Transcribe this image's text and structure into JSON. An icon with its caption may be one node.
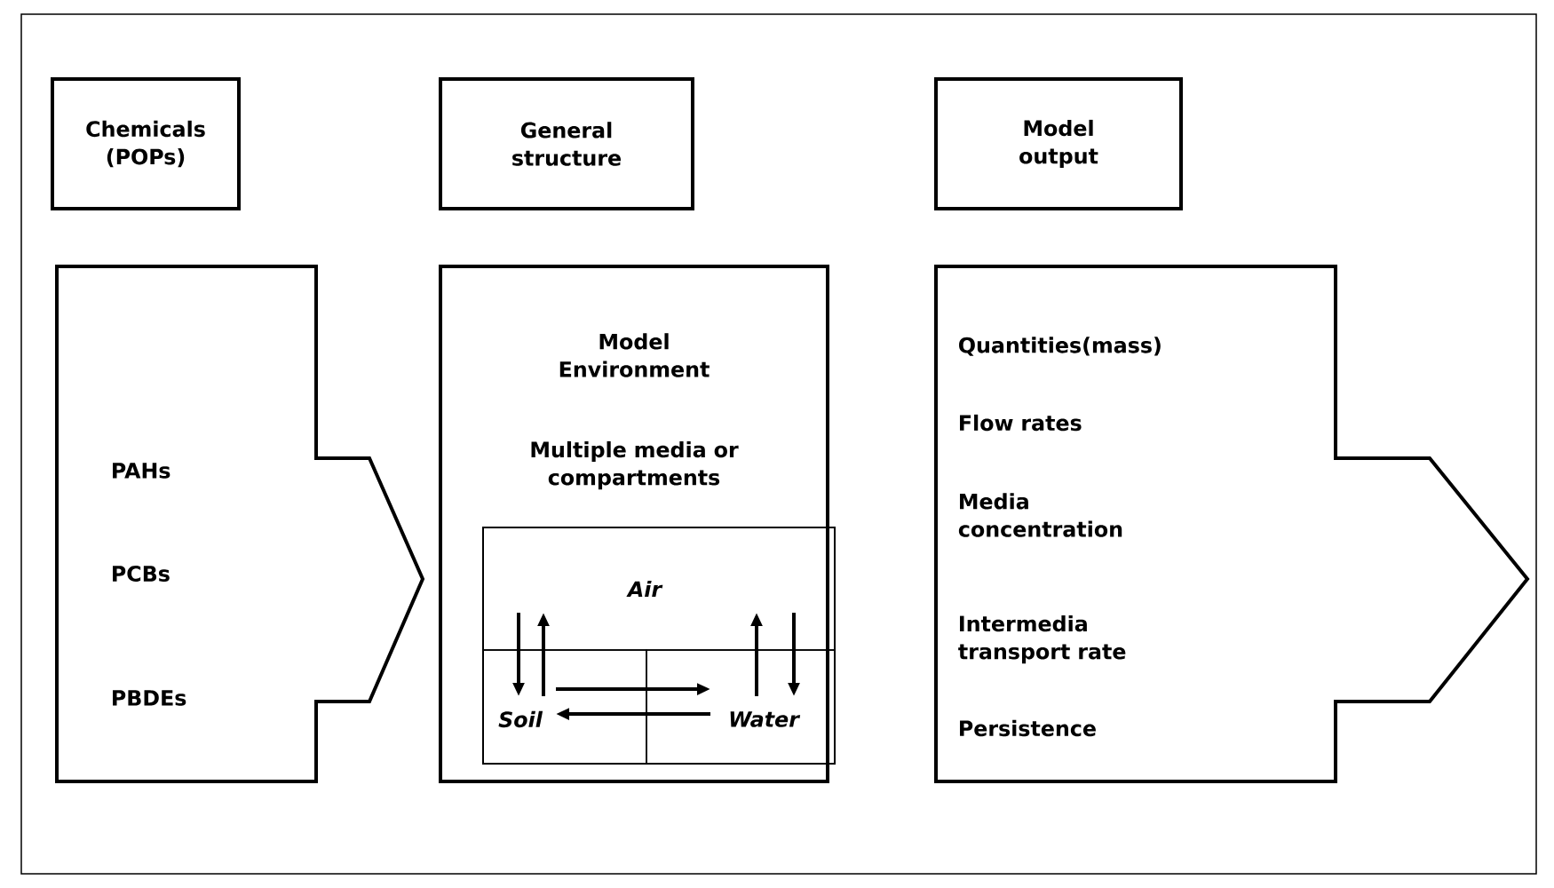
{
  "diagram": {
    "nodes": [
      {
        "text": [
          "Chemicals (POPs)"
        ]
      },
      {
        "text": [
          "General structure"
        ]
      },
      {
        "text": [
          "Model output"
        ]
      },
      {
        "text": [
          "PAHs",
          "PCBs",
          "PBDEs"
        ]
      },
      {
        "text": [
          "Model Environment",
          "Multiple media or compartments"
        ]
      },
      {
        "text": [],
        "shape": "box",
        "in": 4
      },
      {
        "text": [
          "Air"
        ],
        "in": 5
      },
      {
        "text": [
          "Soil"
        ],
        "in": 5
      },
      {
        "text": [
          "Water"
        ],
        "in": 5
      },
      {
        "text": [
          "Quantities(mass)",
          "Flow rates",
          "Media concentration",
          "Intermedia transport rate",
          "Persistence"
        ]
      }
    ],
    "edges": [
      {
        "from": 6,
        "to": 7,
        "arrow": "to"
      },
      {
        "from": 7,
        "to": 6,
        "arrow": "to"
      },
      {
        "from": 8,
        "to": 6,
        "arrow": "to"
      },
      {
        "from": 6,
        "to": 8,
        "arrow": "to"
      },
      {
        "from": 7,
        "to": 8,
        "arrow": "to"
      },
      {
        "from": 8,
        "to": 7,
        "arrow": "to"
      }
    ]
  }
}
